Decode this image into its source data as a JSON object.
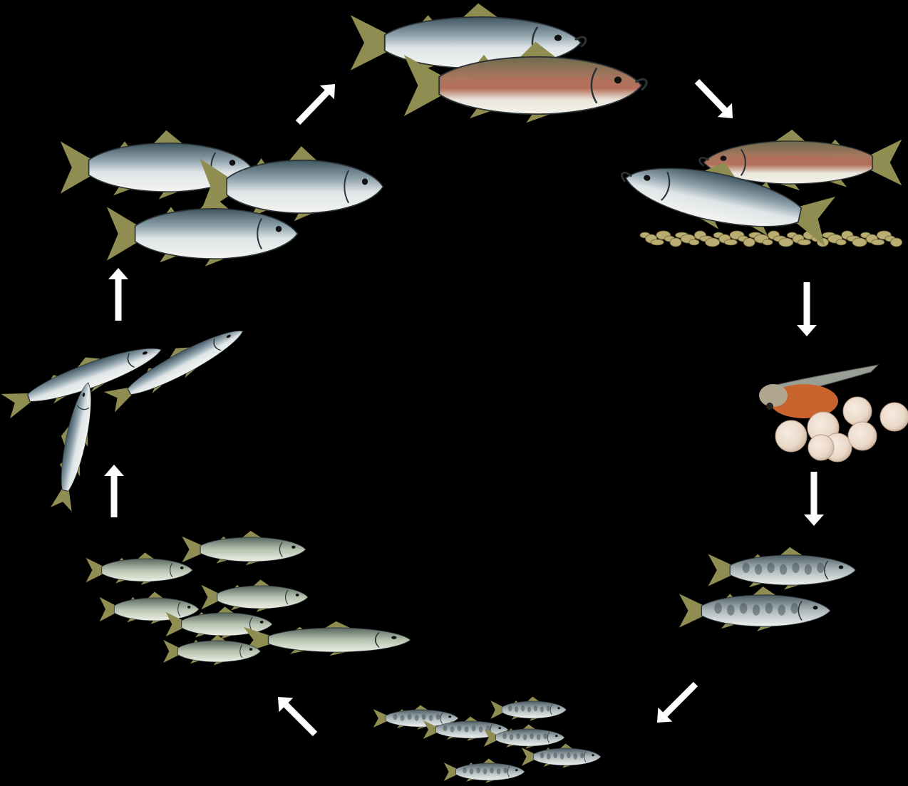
{
  "diagram": {
    "type": "cycle",
    "direction": "clockwise",
    "background_color": "#000000",
    "arrow_color": "#ffffff",
    "stages": [
      {
        "key": "adults-returning",
        "icon": "adult-salmon-pair-icon",
        "fish_count": 2
      },
      {
        "key": "spawning",
        "icon": "spawning-salmon-pair-icon",
        "fish_count": 2
      },
      {
        "key": "eggs-alevin",
        "icon": "eggs-and-alevin-icon",
        "egg_count": 7
      },
      {
        "key": "fry",
        "icon": "fry-pair-icon",
        "fish_count": 2
      },
      {
        "key": "fingerlings",
        "icon": "fingerling-school-icon",
        "fish_count": 6
      },
      {
        "key": "smolts",
        "icon": "smolt-school-icon",
        "fish_count": 7
      },
      {
        "key": "juveniles-ocean",
        "icon": "juvenile-salmon-icon",
        "fish_count": 3
      },
      {
        "key": "adults-ocean",
        "icon": "ocean-adult-salmon-icon",
        "fish_count": 3
      }
    ],
    "colors": {
      "salmon_silver": "#c7cfd2",
      "salmon_back": "#3f5560",
      "spawning_red": "#b4705a",
      "fin_olive": "#8f8d52",
      "egg_pink": "#ead8c8",
      "yolk_orange": "#c9642e",
      "gravel": "#b9ad72",
      "fry_green": "#b7c3b0"
    }
  }
}
